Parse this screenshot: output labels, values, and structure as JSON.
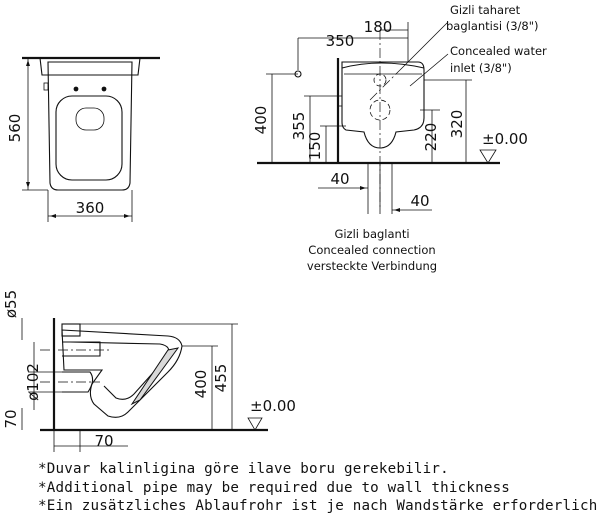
{
  "dimensions": {
    "top_width": "360",
    "top_depth": "560",
    "side_350": "350",
    "side_180": "180",
    "side_400": "400",
    "side_355": "355",
    "side_150": "150",
    "side_220": "220",
    "side_320": "320",
    "side_40_left": "40",
    "side_40_right": "40",
    "ground_top": "±0.00",
    "sec_d55": "ø55",
    "sec_d102": "ø102",
    "sec_400": "400",
    "sec_455": "455",
    "sec_70_v": "70",
    "sec_70_h": "70",
    "ground_bottom": "±0.00"
  },
  "labels": {
    "tr_tr_1": "Gizli taharet",
    "tr_tr_2": "baglantisi (3/8\")",
    "tr_en_1": "Concealed water",
    "tr_en_2": "inlet (3/8\")",
    "conn_1": "Gizli baglanti",
    "conn_2": "Concealed connection",
    "conn_3": "versteckte Verbindung"
  },
  "notes": [
    "*Duvar kalinligina göre ilave boru gerekebilir.",
    "*Additional pipe may be required due to wall thickness",
    "*Ein zusätzliches Ablaufrohr ist je nach Wandstärke erforderlich"
  ]
}
